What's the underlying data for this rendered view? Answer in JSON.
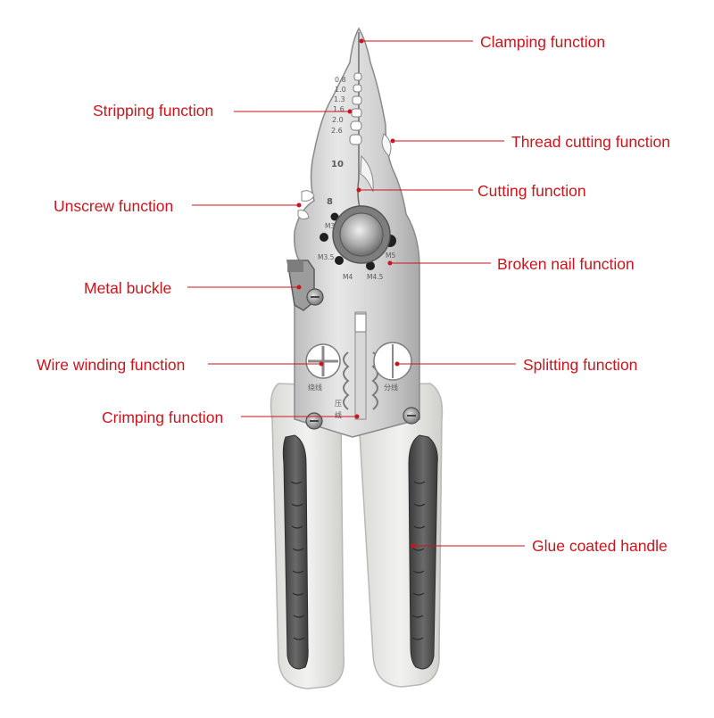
{
  "callouts": {
    "clamping": "Clamping function",
    "stripping": "Stripping function",
    "thread_cutting": "Thread cutting function",
    "cutting": "Cutting function",
    "unscrew": "Unscrew function",
    "broken_nail": "Broken nail function",
    "metal_buckle": "Metal buckle",
    "wire_winding": "Wire winding function",
    "splitting": "Splitting function",
    "crimping": "Crimping function",
    "glue_handle": "Glue coated handle"
  },
  "tool_markings": {
    "gauges": [
      "0.8",
      "1.0",
      "1.3",
      "1.6",
      "2.0",
      "2.6"
    ],
    "size_10": "10",
    "size_8": "8",
    "screw_sizes": [
      "M3",
      "M3.5",
      "M4",
      "M4.5",
      "M5"
    ],
    "chinese_winding": "绕线",
    "chinese_crimp": "压",
    "chinese_line": "线",
    "chinese_split": "分线"
  },
  "colors": {
    "label_red": "#c8161d",
    "steel_light": "#e4e4e4",
    "steel_mid": "#c3c3c3",
    "steel_dark": "#8d8d8d",
    "handle_white": "#e9e9e6",
    "handle_grip": "#4a4a4a"
  }
}
